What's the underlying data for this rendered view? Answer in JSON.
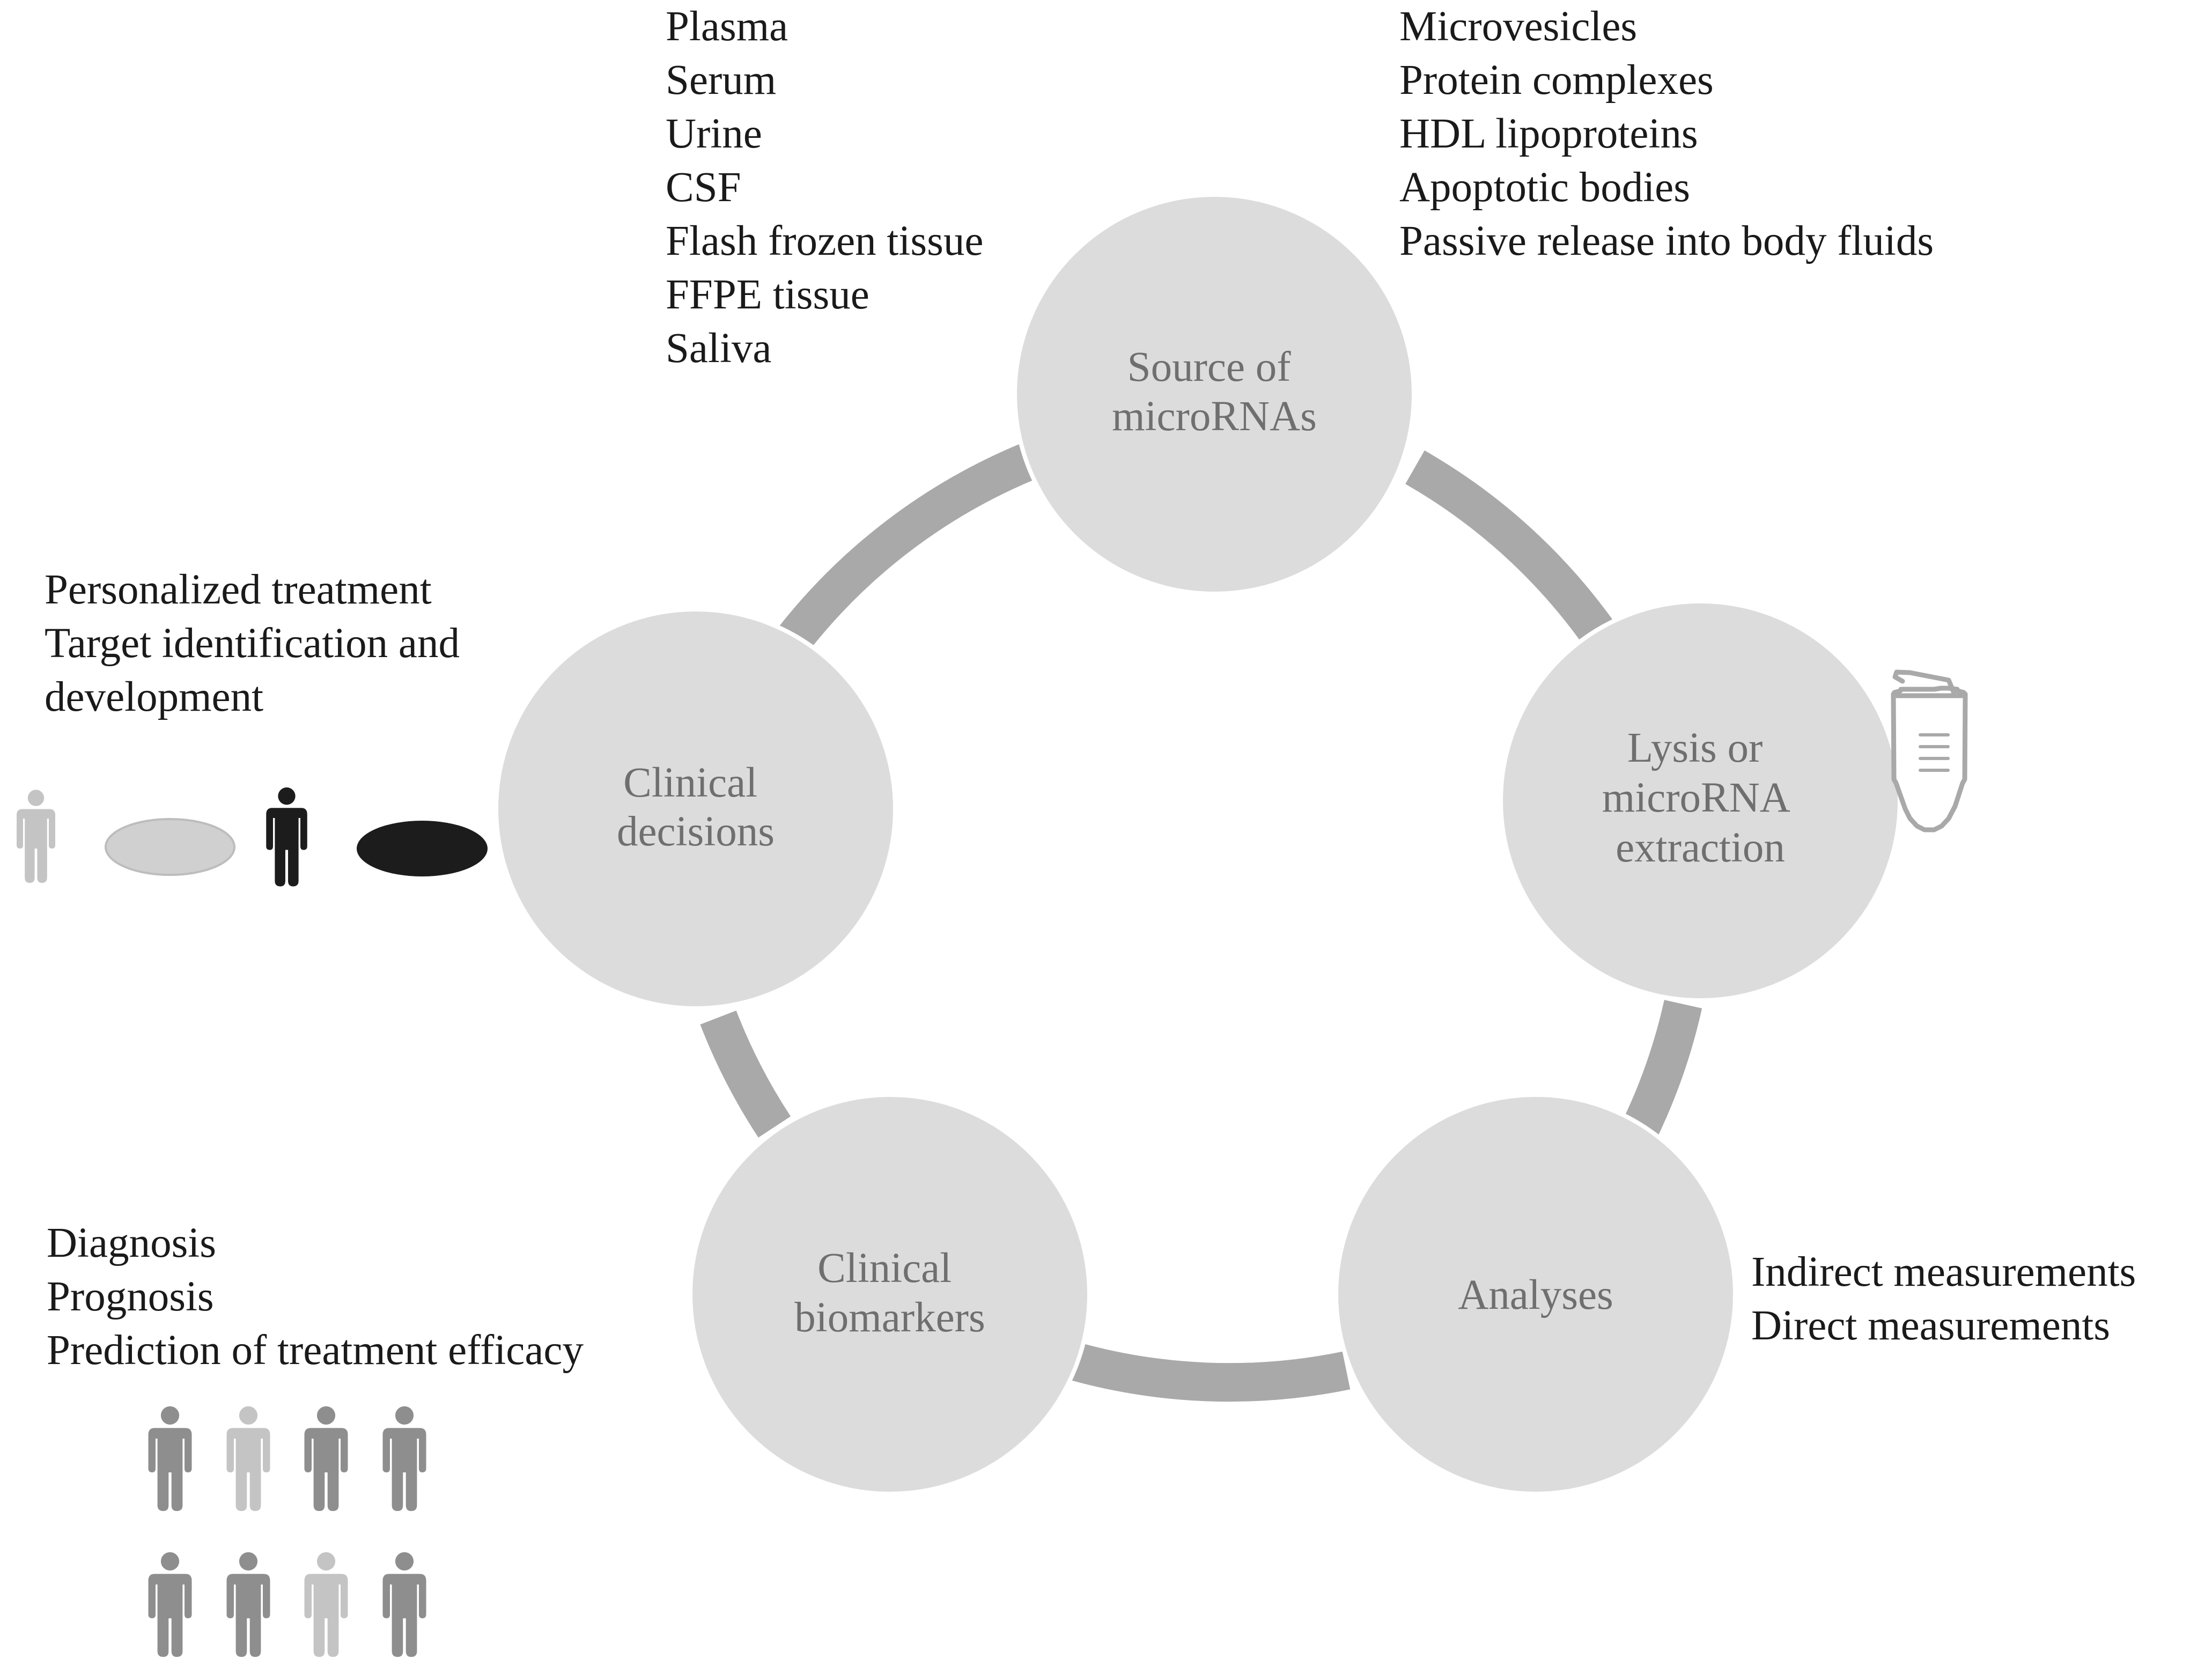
{
  "colors": {
    "circle_fill": "#dcdcdd",
    "ring": "#a8a9a8",
    "node_text": "#6f6f6f",
    "body_text": "#1a1a1a",
    "figure_dark": "#1c1c1c",
    "figure_mid": "#8e8e8e",
    "figure_light": "#c4c4c4",
    "tube_outline": "#a9a9a9"
  },
  "nodes": {
    "source": {
      "label_lines": [
        "Source of",
        "microRNAs"
      ]
    },
    "lysis": {
      "label_lines": [
        "Lysis or",
        "microRNA",
        "extraction"
      ]
    },
    "analyses": {
      "label_lines": [
        "Analyses"
      ]
    },
    "biomarkers": {
      "label_lines": [
        "Clinical",
        "biomarkers"
      ]
    },
    "decisions": {
      "label_lines": [
        "Clinical",
        "decisions"
      ]
    }
  },
  "texts": {
    "samples": [
      "Plasma",
      "Serum",
      "Urine",
      "CSF",
      "Flash frozen tissue",
      "FFPE tissue",
      "Saliva"
    ],
    "carriers": [
      "Microvesicles",
      "Protein complexes",
      "HDL lipoproteins",
      "Apoptotic bodies",
      "Passive release into body fluids"
    ],
    "measurements": [
      "Indirect measurements",
      "Direct measurements"
    ],
    "biomarker_uses": [
      "Diagnosis",
      "Prognosis",
      "Prediction of treatment efficacy"
    ],
    "decision_uses": [
      "Personalized treatment",
      "Target identification and",
      "development"
    ]
  },
  "icons": {
    "extraction": "microcentrifuge-tube-icon",
    "decisions": [
      "person-icon",
      "pill-icon",
      "person-icon",
      "pill-icon"
    ],
    "population": "person-icon"
  }
}
